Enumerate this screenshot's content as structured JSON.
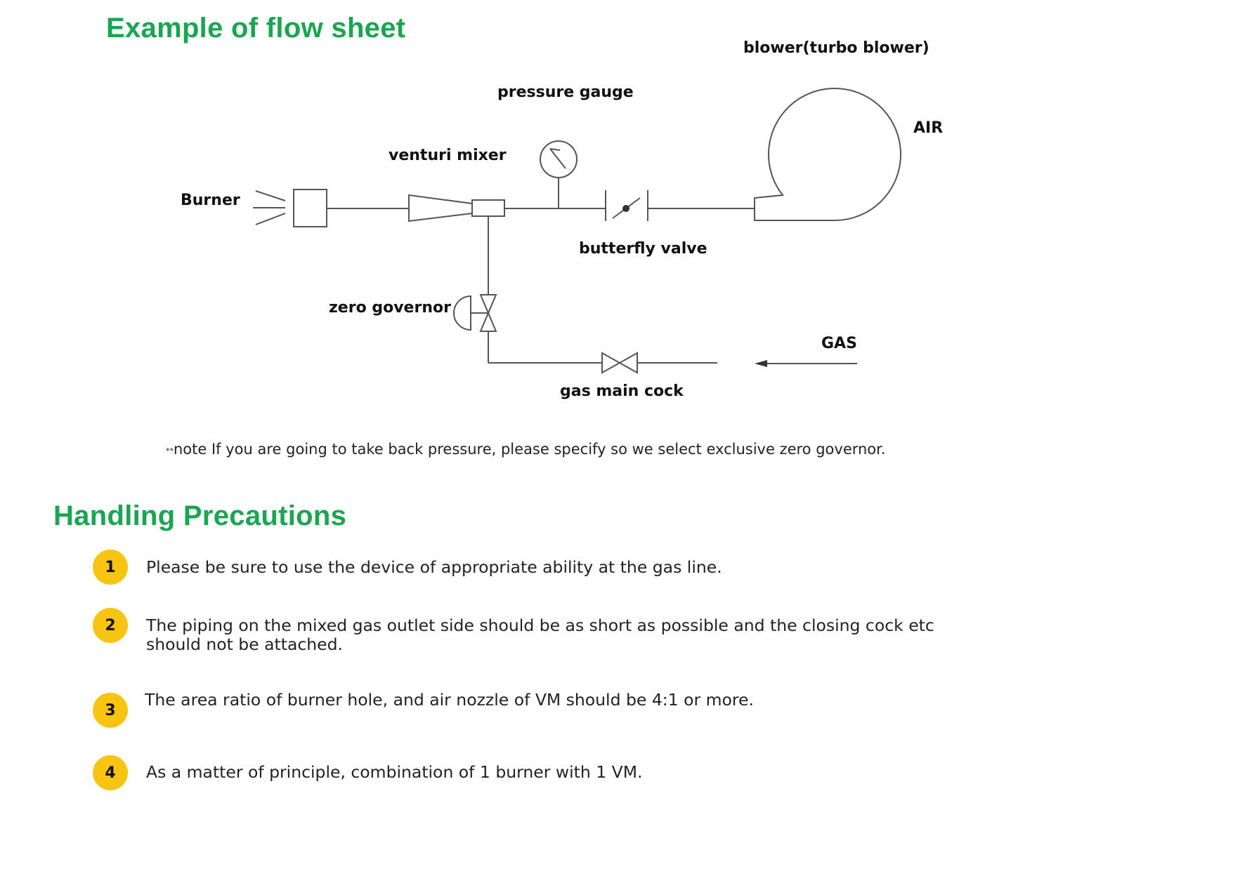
{
  "title": "Example of flow sheet",
  "diagram": {
    "labels": {
      "blower": "blower(turbo blower)",
      "pressure_gauge": "pressure gauge",
      "air": "AIR",
      "venturi_mixer": "venturi mixer",
      "burner": "Burner",
      "butterfly_valve": "butterfly valve",
      "zero_governor": "zero governor",
      "gas": "GAS",
      "gas_main_cock": "gas main cock"
    }
  },
  "note": {
    "prefix": "**",
    "text": "note If you are going to take back pressure, please specify so we select exclusive zero governor."
  },
  "precautions": {
    "title": "Handling Precautions",
    "items": [
      {
        "number": "1",
        "text": "Please be sure to use the device of appropriate ability at the gas line."
      },
      {
        "number": "2",
        "text": "The piping on the mixed gas outlet side should be as short as possible and the closing cock etc should not be attached."
      },
      {
        "number": "3",
        "text": "The area ratio of burner hole, and air nozzle of VM should be 4:1 or more."
      },
      {
        "number": "4",
        "text": "As a matter of principle, combination of 1 burner with 1 VM."
      }
    ]
  },
  "colors": {
    "heading": "#1aa550",
    "badge": "#f7c412",
    "line": "#555555"
  }
}
